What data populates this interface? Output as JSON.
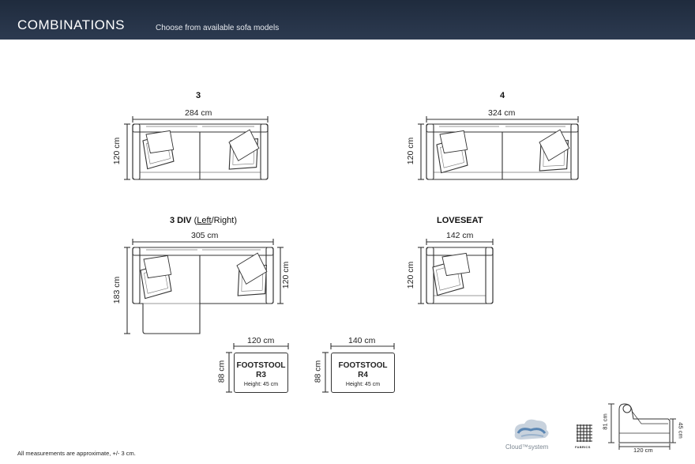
{
  "header": {
    "title": "COMBINATIONS",
    "subtitle": "Choose from available sofa models"
  },
  "models": {
    "m3": {
      "name": "3",
      "width": "284 cm",
      "depth": "120 cm"
    },
    "m4": {
      "name": "4",
      "width": "324 cm",
      "depth": "120 cm"
    },
    "m3div": {
      "name_main": "3 DIV",
      "name_paren_open": "(",
      "name_left": "Left",
      "name_rest": "/Right)",
      "width": "305 cm",
      "depth_left": "183 cm",
      "depth_right": "120 cm"
    },
    "loveseat": {
      "name": "LOVESEAT",
      "width": "142 cm",
      "depth": "120 cm"
    },
    "r3": {
      "name": "FOOTSTOOL",
      "code": "R3",
      "width": "120 cm",
      "depth": "88 cm",
      "height": "Height: 45 cm"
    },
    "r4": {
      "name": "FOOTSTOOL",
      "code": "R4",
      "width": "140 cm",
      "depth": "88 cm",
      "height": "Height: 45 cm"
    }
  },
  "profile": {
    "height_total": "81 cm",
    "seat_height": "45 cm",
    "depth": "120 cm"
  },
  "brand": {
    "logo_text": "Cloud™system",
    "fabrics_label": "FABRICS"
  },
  "footer": {
    "note": "All measurements are approximate, +/- 3 cm."
  },
  "colors": {
    "header_bg": "#26334a",
    "line": "#333333"
  }
}
